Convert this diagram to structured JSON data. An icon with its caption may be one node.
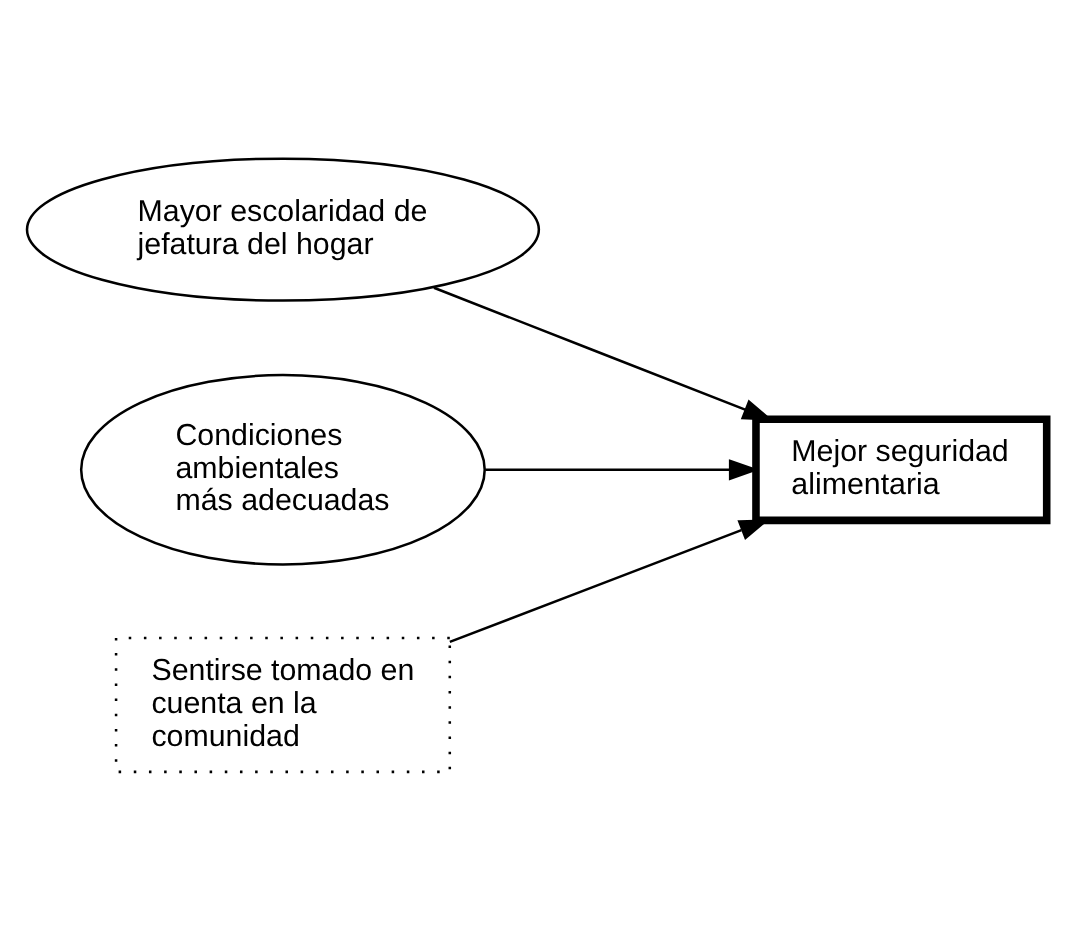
{
  "diagram": {
    "nodes": [
      {
        "text": [
          "Mayor escolaridad de jefatura del hogar"
        ]
      },
      {
        "text": [
          "Condiciones ambientales más adecuadas"
        ]
      },
      {
        "text": [
          "Sentirse tomado en cuenta en la comunidad"
        ]
      },
      {
        "text": [
          "Mejor seguridad alimentaria"
        ]
      }
    ],
    "edges": [
      {
        "from": 0,
        "to": 3,
        "arrow": "to"
      },
      {
        "from": 1,
        "to": 3,
        "arrow": "to"
      },
      {
        "from": 2,
        "to": 3,
        "arrow": "to"
      }
    ]
  }
}
